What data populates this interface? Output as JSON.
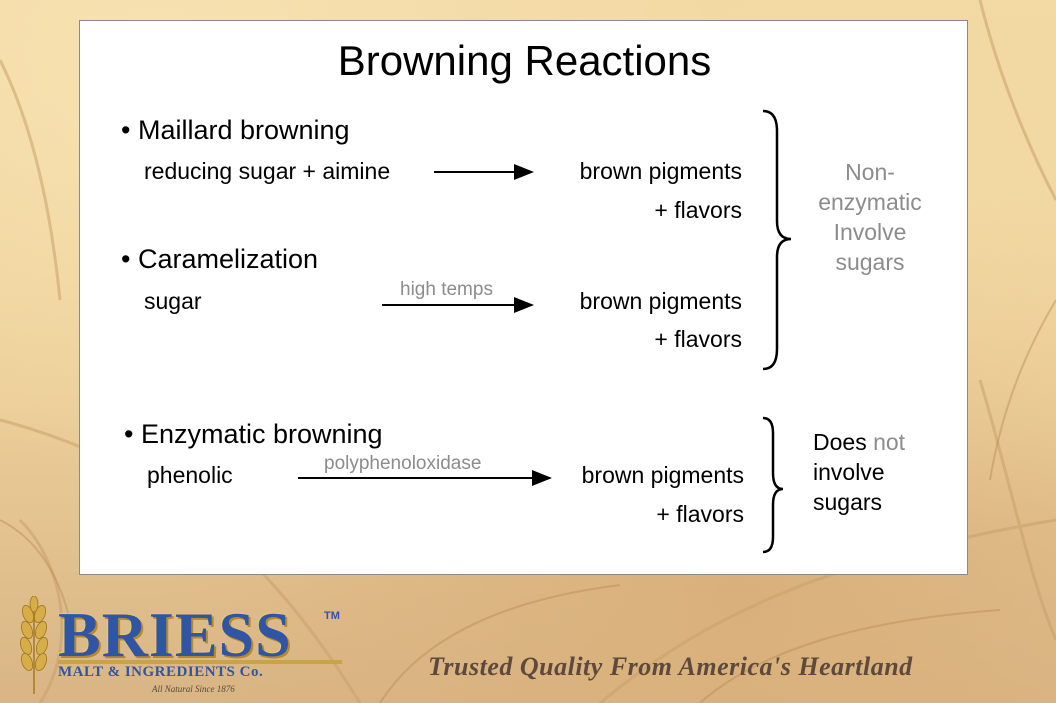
{
  "slide": {
    "title": "Browning Reactions",
    "sections": [
      {
        "heading": "• Maillard browning",
        "reactant": "reducing sugar + aimine",
        "arrow_label": "",
        "product": "brown pigments",
        "extra": "+ flavors"
      },
      {
        "heading": "• Caramelization",
        "reactant": "sugar",
        "arrow_label": "high temps",
        "product": "brown pigments",
        "extra": "+ flavors"
      },
      {
        "heading": "• Enzymatic browning",
        "reactant": "phenolic",
        "arrow_label": "polyphenoloxidase",
        "product": "brown pigments",
        "extra": "+ flavors"
      }
    ],
    "group_labels": {
      "non_enzymatic": [
        "Non-",
        "enzymatic",
        "Involve",
        "sugars"
      ],
      "enzymatic": {
        "line1_a": "Does ",
        "line1_b": "not",
        "line2": "involve",
        "line3": "sugars"
      }
    }
  },
  "footer": {
    "brand": "BRIESS",
    "trademark": "TM",
    "subtitle": "MALT & INGREDIENTS Co.",
    "since": "All Natural Since 1876",
    "tagline": "Trusted Quality From America's Heartland"
  },
  "colors": {
    "brand_blue": "#2f55a4",
    "label_grey": "#8c8c8c",
    "tagline_brown": "#5e4a3c"
  }
}
